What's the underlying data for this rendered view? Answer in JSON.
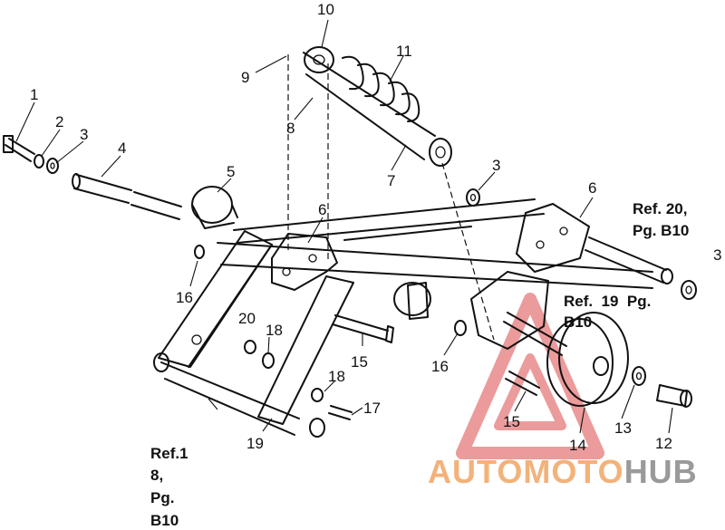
{
  "diagram": {
    "callouts": {
      "c1": "1",
      "c2": "2",
      "c3a": "3",
      "c4": "4",
      "c5": "5",
      "c6a": "6",
      "c7": "7",
      "c8": "8",
      "c9": "9",
      "c10": "10",
      "c11": "11",
      "c3b": "3",
      "c6b": "6",
      "c16a": "16",
      "c20": "20",
      "c18a": "18",
      "c15a": "15",
      "c18b": "18",
      "c17": "17",
      "c19": "19",
      "c16b": "16",
      "c3c": "3",
      "c15b": "15",
      "c13": "13",
      "c14": "14",
      "c12": "12"
    },
    "references": {
      "ref_a_lines": [
        "Ref. 20,",
        "Pg. B10"
      ],
      "ref_b_lines": [
        "Ref.  19  Pg.",
        "B10"
      ],
      "ref_c_lines": [
        "Ref.1",
        "8,",
        "Pg.",
        "B10"
      ]
    }
  },
  "watermark": {
    "text_part1": "AUTO",
    "text_part2": "MOTO",
    "text_part3": "HUB",
    "color_orange": "#f2b27a",
    "color_red": "#e88a8a",
    "color_gray": "#9a9a9a"
  }
}
